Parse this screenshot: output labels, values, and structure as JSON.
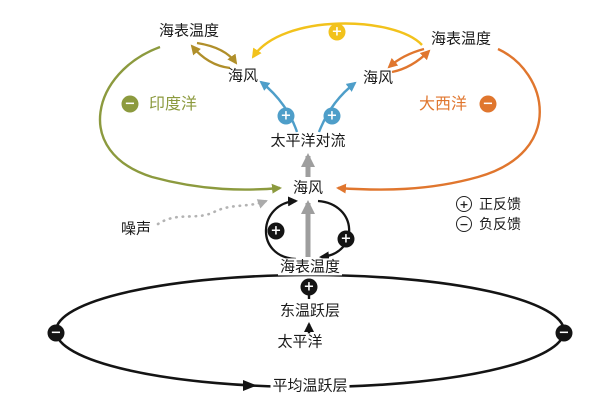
{
  "diagram": {
    "nodes": {
      "sst_top_left": "海表温度",
      "sst_top_right": "海表温度",
      "seawind_left": "海风",
      "seawind_right": "海风",
      "indian_ocean": "印度洋",
      "atlantic_ocean": "大西洋",
      "pacific_convection": "太平洋对流",
      "seawind_center": "海风",
      "noise": "噪声",
      "sst_center": "海表温度",
      "east_thermocline": "东温跃层",
      "pacific": "太平洋",
      "mean_thermocline": "平均温跃层"
    },
    "legend": {
      "positive_label": "正反馈",
      "negative_label": "负反馈"
    },
    "signs": {
      "plus": "+",
      "minus": "−"
    },
    "colors": {
      "yellow": "#F2C21C",
      "gold": "#B08F2A",
      "olive": "#8C9A3E",
      "orange": "#E0762E",
      "blue": "#4E9EC9",
      "gray": "#9E9E9E",
      "noise_gray": "#B3B3B3",
      "black": "#141414"
    }
  }
}
